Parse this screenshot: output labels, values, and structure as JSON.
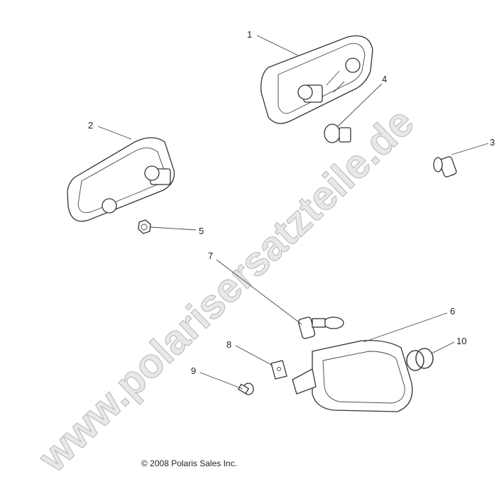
{
  "callouts": [
    "1",
    "2",
    "3",
    "4",
    "5",
    "6",
    "7",
    "8",
    "9",
    "10"
  ],
  "copyright": "© 2008 Polaris Sales Inc.",
  "watermark": "www.polarisersatzteile.de"
}
